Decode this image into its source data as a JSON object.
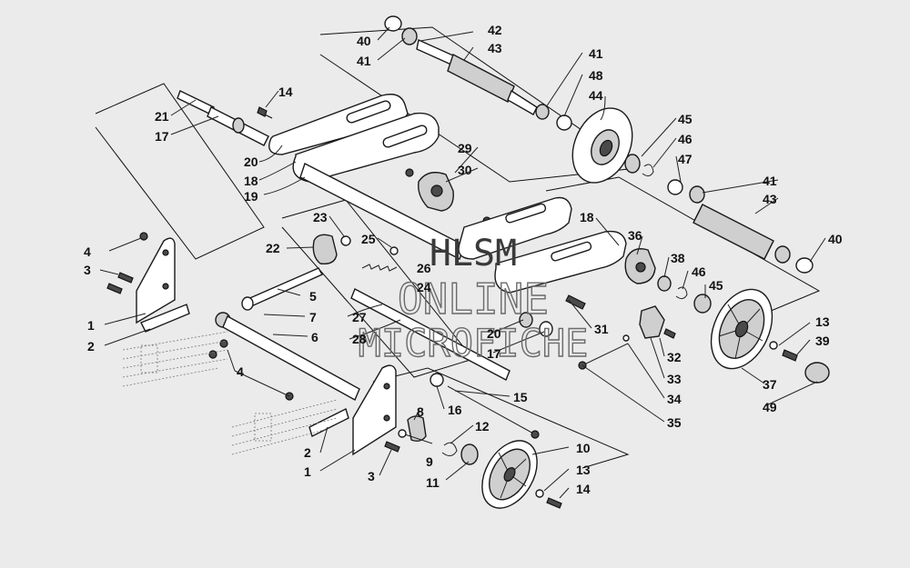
{
  "diagram": {
    "watermark": {
      "line1": "HLSM",
      "line2": "ONLINE",
      "line3": "MICROFICHE"
    },
    "callouts": [
      {
        "id": "c42",
        "text": "42"
      },
      {
        "id": "c43a",
        "text": "43"
      },
      {
        "id": "c40a",
        "text": "40"
      },
      {
        "id": "c41a",
        "text": "41"
      },
      {
        "id": "c41b",
        "text": "41"
      },
      {
        "id": "c48",
        "text": "48"
      },
      {
        "id": "c44",
        "text": "44"
      },
      {
        "id": "c14a",
        "text": "14"
      },
      {
        "id": "c21",
        "text": "21"
      },
      {
        "id": "c17a",
        "text": "17"
      },
      {
        "id": "c45a",
        "text": "45"
      },
      {
        "id": "c46a",
        "text": "46"
      },
      {
        "id": "c47",
        "text": "47"
      },
      {
        "id": "c29",
        "text": "29"
      },
      {
        "id": "c30",
        "text": "30"
      },
      {
        "id": "c20a",
        "text": "20"
      },
      {
        "id": "c18a",
        "text": "18"
      },
      {
        "id": "c19",
        "text": "19"
      },
      {
        "id": "c41c",
        "text": "41"
      },
      {
        "id": "c43b",
        "text": "43"
      },
      {
        "id": "c23",
        "text": "23"
      },
      {
        "id": "c18b",
        "text": "18"
      },
      {
        "id": "c36",
        "text": "36"
      },
      {
        "id": "c40b",
        "text": "40"
      },
      {
        "id": "c22",
        "text": "22"
      },
      {
        "id": "c25",
        "text": "25"
      },
      {
        "id": "c26",
        "text": "26"
      },
      {
        "id": "c24",
        "text": "24"
      },
      {
        "id": "c38",
        "text": "38"
      },
      {
        "id": "c46b",
        "text": "46"
      },
      {
        "id": "c45b",
        "text": "45"
      },
      {
        "id": "c4a",
        "text": "4"
      },
      {
        "id": "c3a",
        "text": "3"
      },
      {
        "id": "c5",
        "text": "5"
      },
      {
        "id": "c1a",
        "text": "1"
      },
      {
        "id": "c2a",
        "text": "2"
      },
      {
        "id": "c7",
        "text": "7"
      },
      {
        "id": "c6",
        "text": "6"
      },
      {
        "id": "c27",
        "text": "27"
      },
      {
        "id": "c28",
        "text": "28"
      },
      {
        "id": "c20b",
        "text": "20"
      },
      {
        "id": "c17b",
        "text": "17"
      },
      {
        "id": "c31",
        "text": "31"
      },
      {
        "id": "c32",
        "text": "32"
      },
      {
        "id": "c13a",
        "text": "13"
      },
      {
        "id": "c39",
        "text": "39"
      },
      {
        "id": "c33",
        "text": "33"
      },
      {
        "id": "c34",
        "text": "34"
      },
      {
        "id": "c35",
        "text": "35"
      },
      {
        "id": "c37",
        "text": "37"
      },
      {
        "id": "c49",
        "text": "49"
      },
      {
        "id": "c4b",
        "text": "4"
      },
      {
        "id": "c15",
        "text": "15"
      },
      {
        "id": "c16",
        "text": "16"
      },
      {
        "id": "c8",
        "text": "8"
      },
      {
        "id": "c12",
        "text": "12"
      },
      {
        "id": "c9",
        "text": "9"
      },
      {
        "id": "c10",
        "text": "10"
      },
      {
        "id": "c13b",
        "text": "13"
      },
      {
        "id": "c14b",
        "text": "14"
      },
      {
        "id": "c11",
        "text": "11"
      },
      {
        "id": "c2b",
        "text": "2"
      },
      {
        "id": "c1b",
        "text": "1"
      },
      {
        "id": "c3b",
        "text": "3"
      }
    ]
  }
}
